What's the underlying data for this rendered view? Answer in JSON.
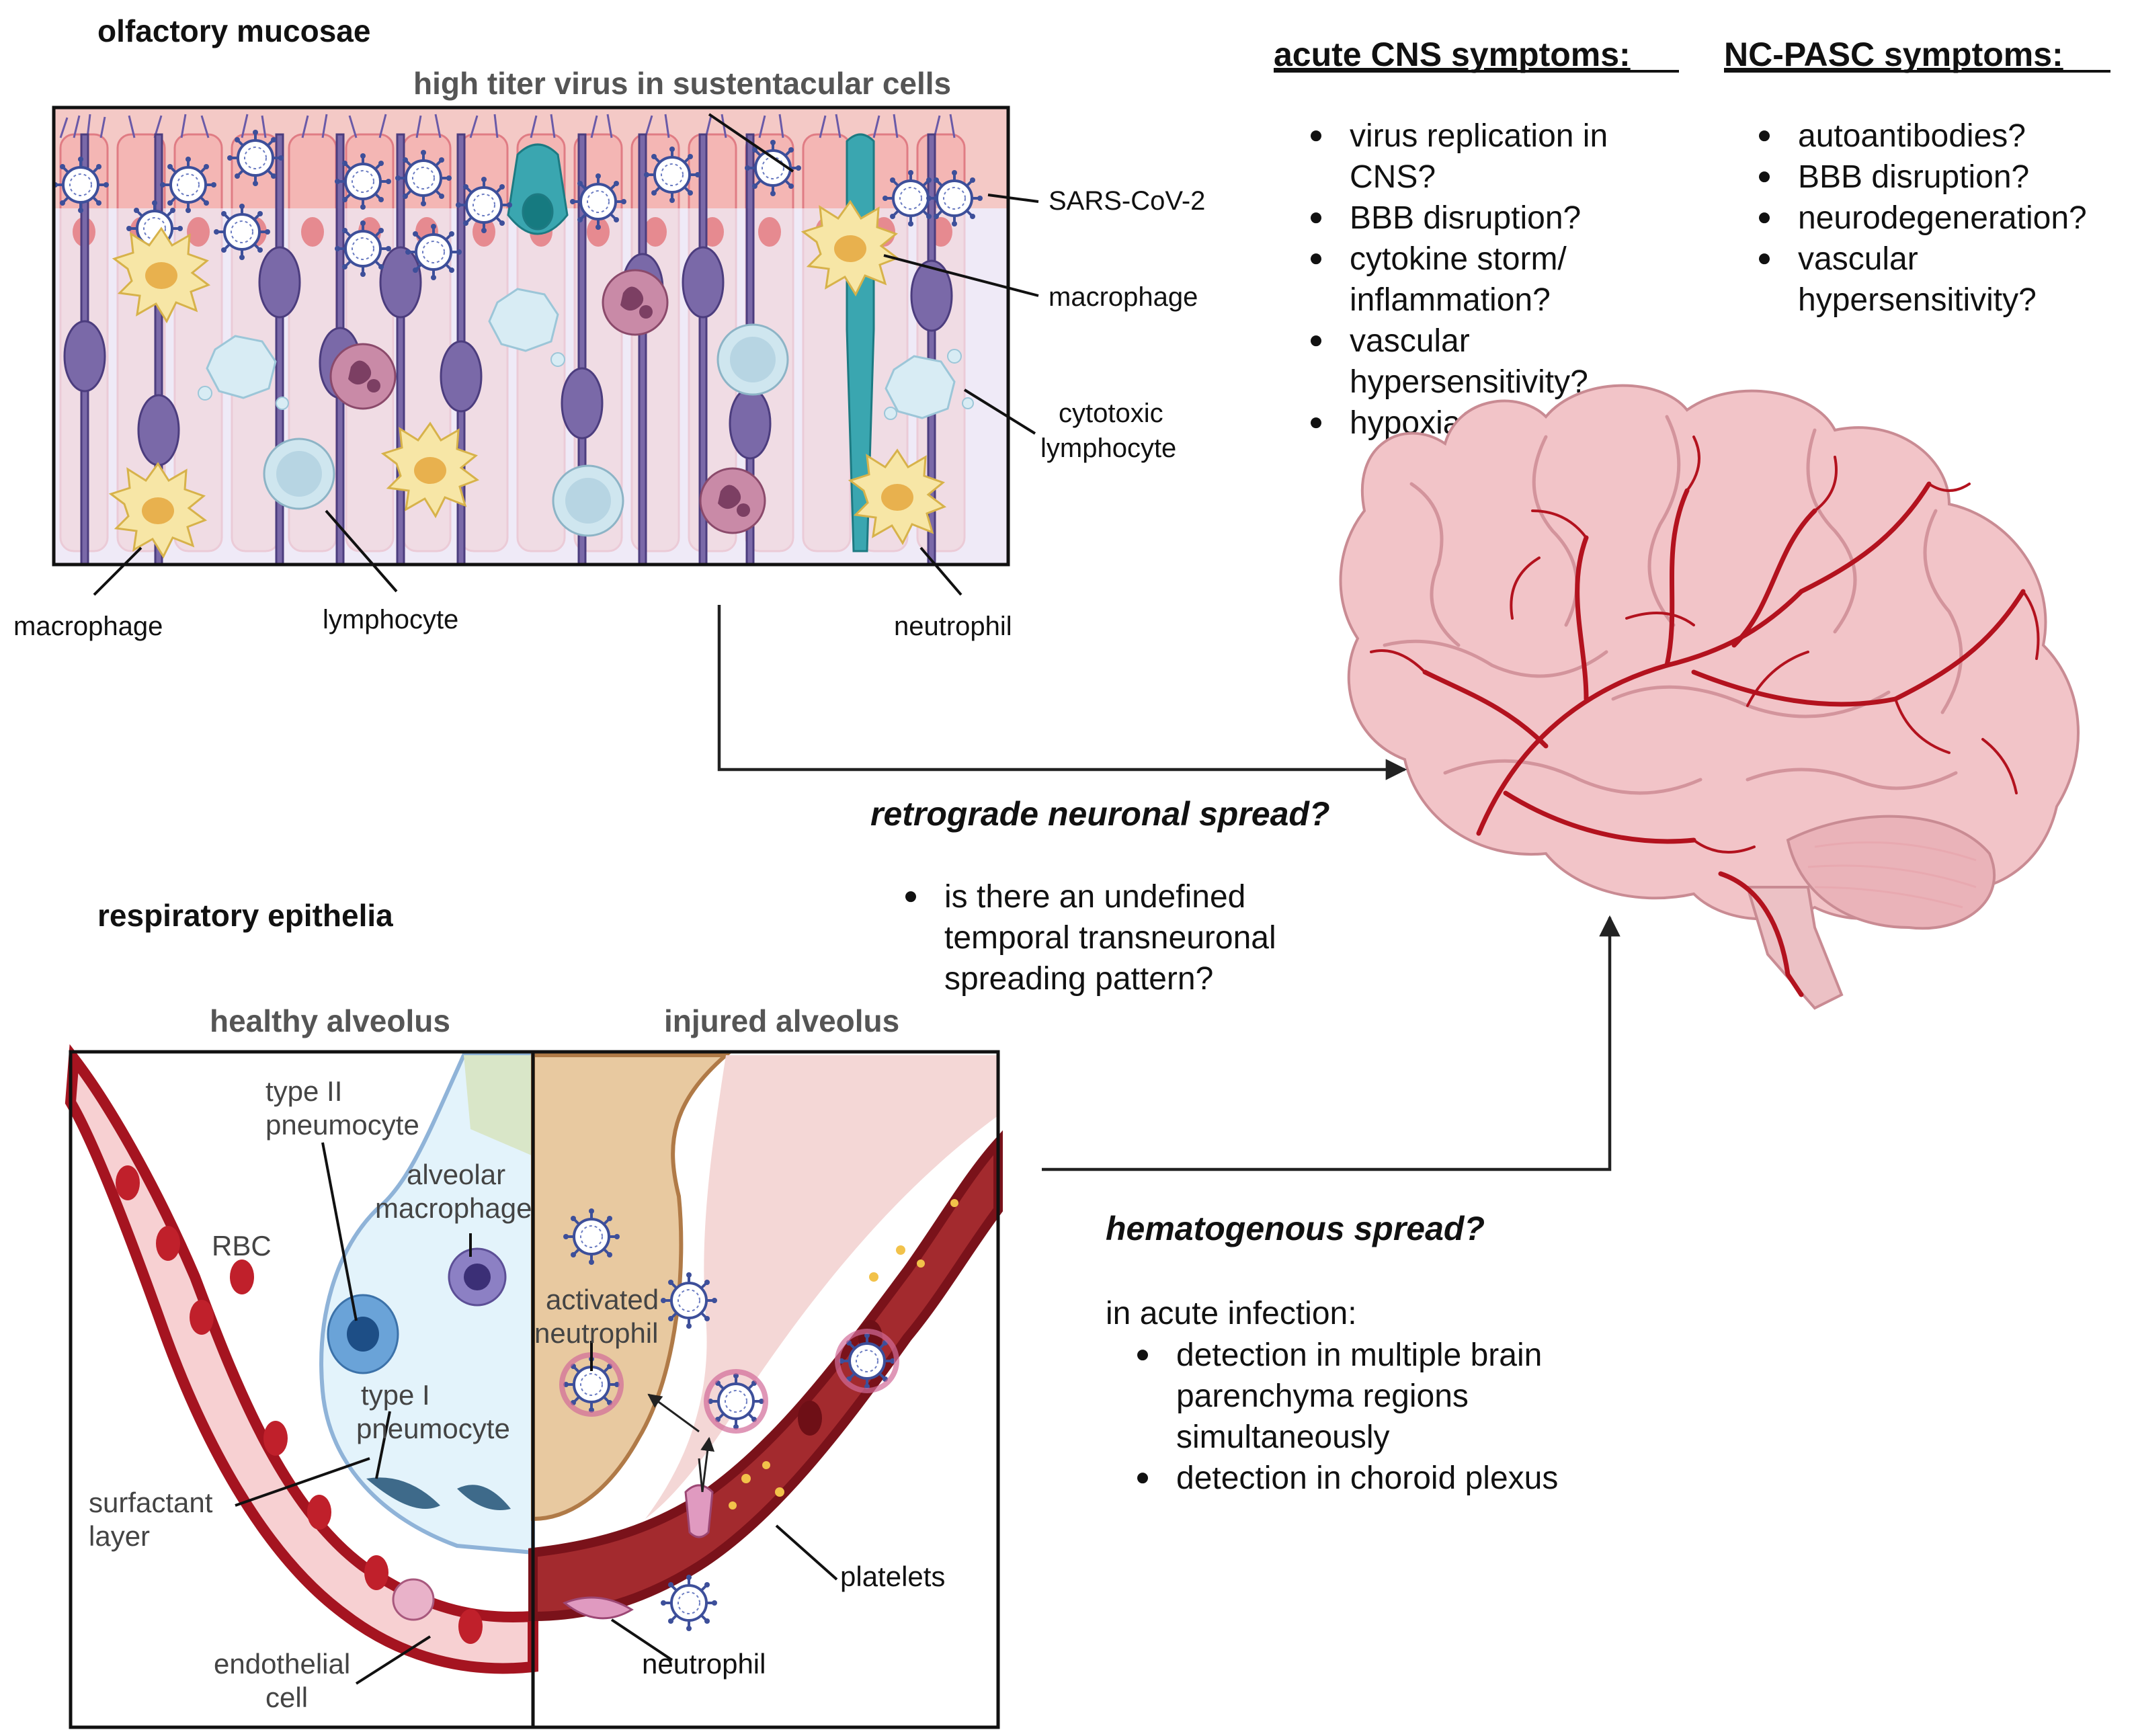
{
  "olfactory": {
    "title": "olfactory mucosae",
    "virus_caption": "high titer virus in sustentacular cells",
    "labels": {
      "sars": "SARS-CoV-2",
      "macrophage_right": "macrophage",
      "cytotoxic_1": "cytotoxic",
      "cytotoxic_2": "lymphocyte",
      "neutrophil": "neutrophil",
      "lymphocyte": "lymphocyte",
      "macrophage_left": "macrophage"
    }
  },
  "acute": {
    "heading": "acute CNS symptoms:",
    "items": [
      [
        "virus replication in",
        "CNS?"
      ],
      [
        "BBB disruption?"
      ],
      [
        "cytokine storm/",
        "inflammation?"
      ],
      [
        "vascular",
        "hypersensitivity?"
      ],
      [
        "hypoxia?"
      ]
    ]
  },
  "pasc": {
    "heading": "NC-PASC symptoms:",
    "items": [
      [
        "autoantibodies?"
      ],
      [
        "BBB disruption?"
      ],
      [
        "neurodegeneration?"
      ],
      [
        "vascular",
        "hypersensitivity?"
      ]
    ]
  },
  "retrograde": {
    "heading": "retrograde neuronal spread?",
    "items": [
      [
        "is there an undefined",
        "temporal transneuronal",
        "spreading pattern?"
      ]
    ]
  },
  "respiratory": {
    "title": "respiratory epithelia",
    "healthy": "healthy alveolus",
    "injured": "injured alveolus",
    "labels": {
      "type2_1": "type II",
      "type2_2": "pneumocyte",
      "alv_mac_1": "alveolar",
      "alv_mac_2": "macrophage",
      "rbc": "RBC",
      "type1_1": "type I",
      "type1_2": "pneumocyte",
      "surf_1": "surfactant",
      "surf_2": "layer",
      "endo_1": "endothelial",
      "endo_2": "cell",
      "act_neut_1": "activated",
      "act_neut_2": "neutrophil",
      "platelets": "platelets",
      "neutrophil": "neutrophil"
    }
  },
  "hematogenous": {
    "heading": "hematogenous spread?",
    "intro": "in acute infection:",
    "items": [
      [
        "detection in multiple brain",
        "parenchyma regions",
        "simultaneously"
      ],
      [
        "detection in choroid plexus"
      ]
    ]
  },
  "colors": {
    "brain": "#f2c4c8",
    "vessel": "#b3121e",
    "neuron": "#7a69a8",
    "sustentacular": "#f4b6b4",
    "macrophage": "#f6e29b",
    "alveolus": "#e3f3fb",
    "injured": "#e8c9a0"
  }
}
